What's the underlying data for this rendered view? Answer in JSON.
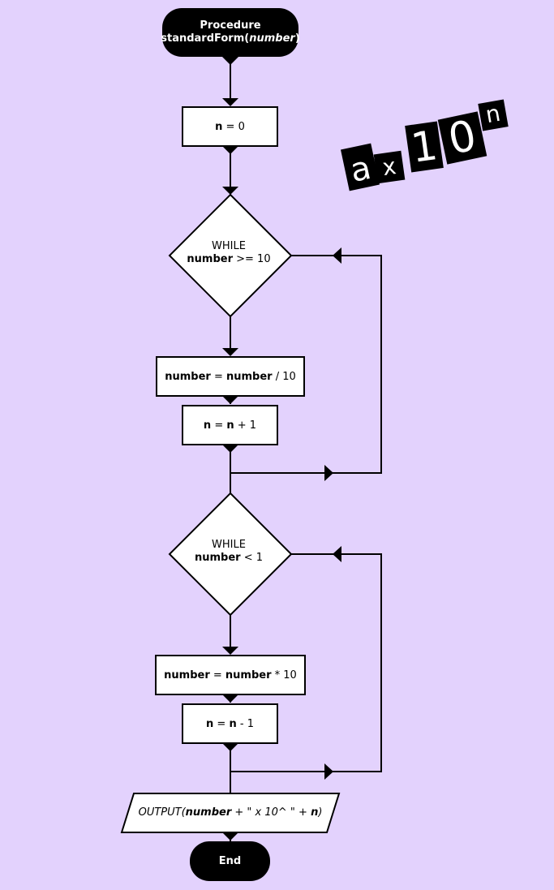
{
  "start": {
    "line1": "Procedure",
    "line2_prefix": "standardForm(",
    "line2_param": "number",
    "line2_suffix": ")"
  },
  "init": {
    "var": "n",
    "op": " = 0"
  },
  "loop1": {
    "keyword": "WHILE",
    "var": "number",
    "cond": " >= 10"
  },
  "divide": {
    "left": "number",
    "eq": " = ",
    "right": "number",
    "op": " / 10"
  },
  "inc": {
    "left": "n",
    "eq": " = ",
    "right": "n",
    "op": " + 1"
  },
  "loop2": {
    "keyword": "WHILE",
    "var": "number",
    "cond": " < 1"
  },
  "multiply": {
    "left": "number",
    "eq": " = ",
    "right": "number",
    "op": " * 10"
  },
  "dec": {
    "left": "n",
    "eq": " = ",
    "right": "n",
    "op": " - 1"
  },
  "output": {
    "prefix": "OUTPUT(",
    "var1": "number",
    "mid": " + \" x 10^ \" + ",
    "var2": "n",
    "suffix": ")"
  },
  "end": {
    "label": "End"
  },
  "logo": {
    "a": "a",
    "x": "x",
    "one": "1",
    "zero": "0",
    "n": "n"
  },
  "colors": {
    "background": "#e3d2fd",
    "node_fill": "#ffffff",
    "terminal_fill": "#000000",
    "line": "#000000"
  }
}
